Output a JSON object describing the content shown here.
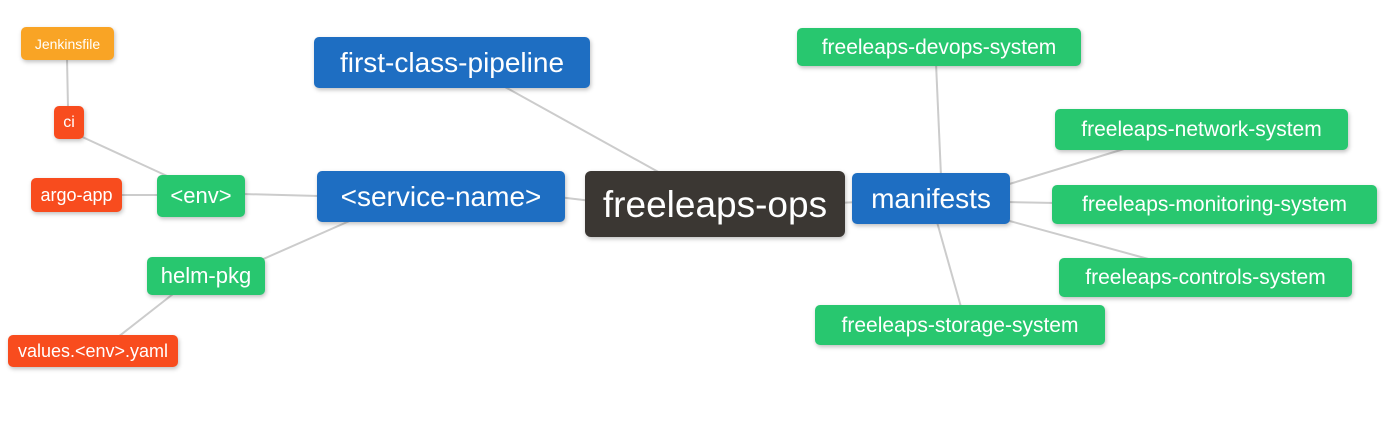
{
  "diagram": {
    "type": "mindmap",
    "colors": {
      "root_bg": "#3B3733",
      "branch_bg": "#1E6EC2",
      "sub_branch_bg": "#28C76F",
      "leaf_red_bg": "#F84C1E",
      "leaf_orange_bg": "#F9A425",
      "edge_line": "#CCCCCC",
      "node_text": "#FFFFFF"
    },
    "nodes": {
      "root": {
        "label": "freeleaps-ops"
      },
      "first_class_pipeline": {
        "label": "first-class-pipeline"
      },
      "service_name": {
        "label": "<service-name>"
      },
      "env": {
        "label": "<env>"
      },
      "ci": {
        "label": "ci"
      },
      "jenkinsfile": {
        "label": "Jenkinsfile"
      },
      "argo_app": {
        "label": "argo-app"
      },
      "helm_pkg": {
        "label": "helm-pkg"
      },
      "values_env_yaml": {
        "label": "values.<env>.yaml"
      },
      "manifests": {
        "label": "manifests"
      },
      "devops_system": {
        "label": "freeleaps-devops-system"
      },
      "network_system": {
        "label": "freeleaps-network-system"
      },
      "monitoring_system": {
        "label": "freeleaps-monitoring-system"
      },
      "controls_system": {
        "label": "freeleaps-controls-system"
      },
      "storage_system": {
        "label": "freeleaps-storage-system"
      }
    },
    "edges": [
      {
        "from": "jenkinsfile",
        "to": "ci"
      },
      {
        "from": "ci",
        "to": "env"
      },
      {
        "from": "argo_app",
        "to": "env"
      },
      {
        "from": "env",
        "to": "service_name"
      },
      {
        "from": "helm_pkg",
        "to": "service_name"
      },
      {
        "from": "values_env_yaml",
        "to": "helm_pkg"
      },
      {
        "from": "first_class_pipeline",
        "to": "root"
      },
      {
        "from": "service_name",
        "to": "root"
      },
      {
        "from": "root",
        "to": "manifests"
      },
      {
        "from": "manifests",
        "to": "devops_system"
      },
      {
        "from": "manifests",
        "to": "network_system"
      },
      {
        "from": "manifests",
        "to": "monitoring_system"
      },
      {
        "from": "manifests",
        "to": "controls_system"
      },
      {
        "from": "manifests",
        "to": "storage_system"
      }
    ]
  }
}
